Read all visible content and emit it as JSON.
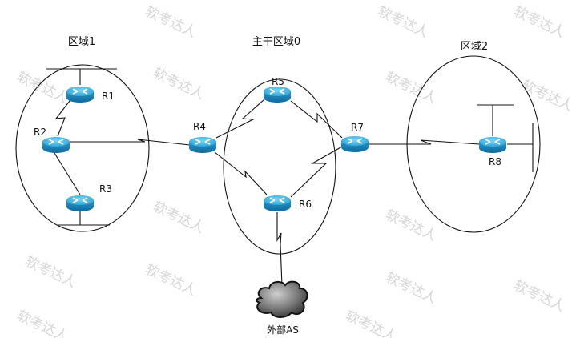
{
  "watermark": "软考达人",
  "areas": {
    "area1": "区域1",
    "backbone": "主干区域0",
    "area2": "区域2"
  },
  "routers": {
    "r1": "R1",
    "r2": "R2",
    "r3": "R3",
    "r4": "R4",
    "r5": "R5",
    "r6": "R6",
    "r7": "R7",
    "r8": "R8"
  },
  "external": "外部AS",
  "colors": {
    "router_top": "#3bb0e0",
    "router_side": "#1a7fb5",
    "cloud": "#555555"
  }
}
